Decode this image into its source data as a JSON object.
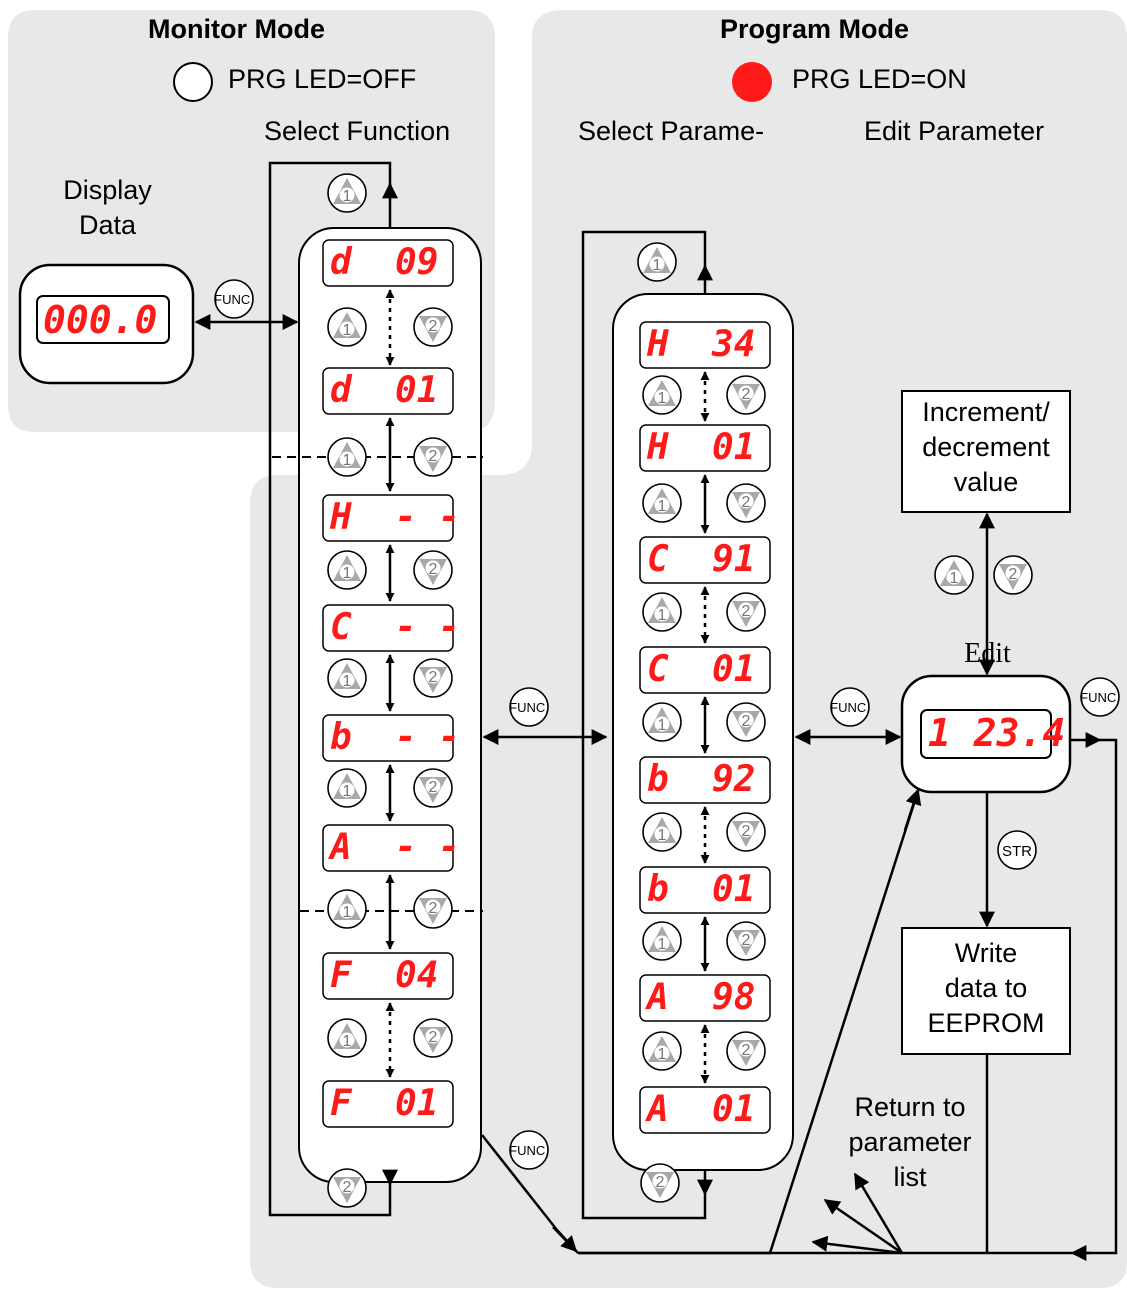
{
  "monitor": {
    "title": "Monitor Mode",
    "led_label": "PRG LED=OFF",
    "select_function": "Select Function",
    "display_data": "Display\nData",
    "display_value": "000.0"
  },
  "program": {
    "title": "Program Mode",
    "led_label": "PRG LED=ON",
    "select_param": "Select Parame-",
    "edit_param": "Edit Parameter",
    "edit_label": "Edit",
    "edit_value": "1 23.4",
    "inc_dec": "Increment/\ndecrement\nvalue",
    "write": "Write\ndata to\nEEPROM",
    "return": "Return to\nparameter\nlist"
  },
  "function_codes": [
    "d  09",
    "d  01",
    "H  - -",
    "C  - -",
    "b  - -",
    "A  - -",
    "F  04",
    "F  01"
  ],
  "param_codes": [
    "H  34",
    "H  01",
    "C  91",
    "C  01",
    "b  92",
    "b  01",
    "A  98",
    "A  01"
  ],
  "keys": {
    "up": "1",
    "down": "2",
    "func": "FUNC.",
    "store": "STR"
  },
  "colors": {
    "panel": "#e8e8e8",
    "led_red": "#ff1a1a",
    "key_fill": "#a8a8a8"
  }
}
